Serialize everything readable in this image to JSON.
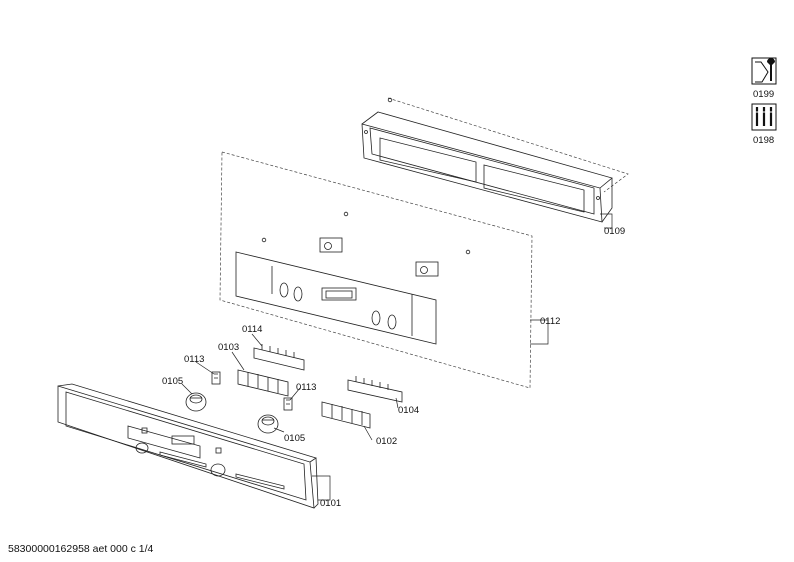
{
  "parts": {
    "p0101": "0101",
    "p0102": "0102",
    "p0103": "0103",
    "p0104": "0104",
    "p0105a": "0105",
    "p0105b": "0105",
    "p0109": "0109",
    "p0112": "0112",
    "p0113a": "0113",
    "p0113b": "0113",
    "p0114": "0114"
  },
  "tools": {
    "t0199": "0199",
    "t0198": "0198"
  },
  "footer_text": "58300000162958 aet 000 c 1/4"
}
